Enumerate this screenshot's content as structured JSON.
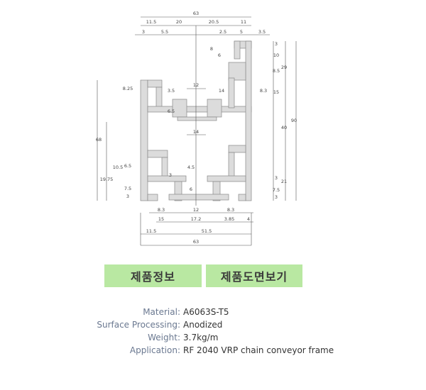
{
  "tabs": {
    "product_info": "제품정보",
    "drawing_view": "제품도면보기"
  },
  "specs": [
    {
      "label": "Material:",
      "value": "A6063S-T5"
    },
    {
      "label": "Surface Processing:",
      "value": "Anodized"
    },
    {
      "label": "Weight:",
      "value": "3.7kg/m"
    },
    {
      "label": "Application:",
      "value": "RF 2040 VRP chain conveyor frame"
    }
  ],
  "dimension_labels": [
    "63",
    "11.5",
    "20",
    "20.5",
    "11",
    "3",
    "5.5",
    "2.5",
    "5",
    "3.5",
    "3",
    "10",
    "8.5",
    "15",
    "8.3",
    "29",
    "90",
    "40",
    "21",
    "3",
    "7.5",
    "3",
    "8",
    "6",
    "14",
    "8.25",
    "3.5",
    "6.5",
    "12",
    "14",
    "68",
    "10.5",
    "6.5",
    "19.75",
    "7.5",
    "3",
    "4.5",
    "6",
    "3",
    "8.3",
    "12",
    "8.3",
    "15",
    "17.2",
    "3.85",
    "4",
    "11.5",
    "51.5",
    "63"
  ]
}
